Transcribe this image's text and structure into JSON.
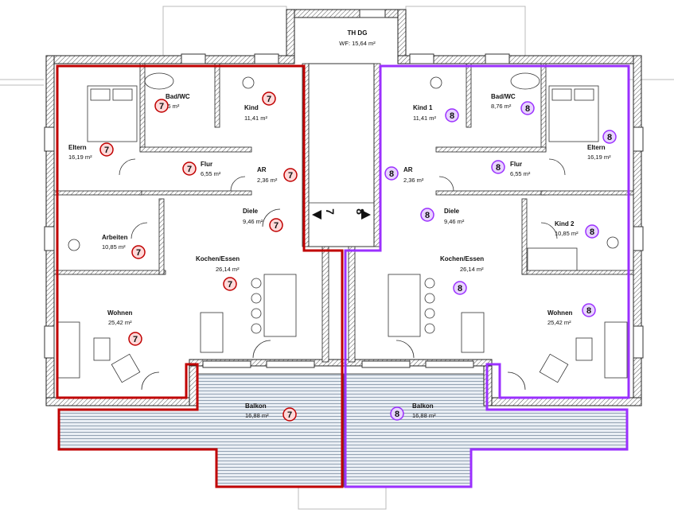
{
  "floorplan": {
    "top_room": {
      "name": "TH DG",
      "area": "WF: 15,64 m²"
    },
    "units": [
      {
        "id": "7",
        "color": "#c00000",
        "badge_fill": "#ffd9d9",
        "rooms": [
          {
            "name": "Bad/WC",
            "area": "8,76 m²"
          },
          {
            "name": "Kind",
            "area": "11,41 m²"
          },
          {
            "name": "Eltern",
            "area": "16,19 m²"
          },
          {
            "name": "Flur",
            "area": "6,55 m²"
          },
          {
            "name": "AR",
            "area": "2,36 m²"
          },
          {
            "name": "Diele",
            "area": "9,46 m²"
          },
          {
            "name": "Arbeiten",
            "area": "10,85 m²"
          },
          {
            "name": "Kochen/Essen",
            "area": "26,14 m²"
          },
          {
            "name": "Wohnen",
            "area": "25,42 m²"
          },
          {
            "name": "Balkon",
            "area": "16,88 m²"
          }
        ]
      },
      {
        "id": "8",
        "color": "#9b30ff",
        "badge_fill": "#e8d4ff",
        "rooms": [
          {
            "name": "Bad/WC",
            "area": "8,76 m²"
          },
          {
            "name": "Kind 1",
            "area": "11,41 m²"
          },
          {
            "name": "Eltern",
            "area": "16,19 m²"
          },
          {
            "name": "Flur",
            "area": "6,55 m²"
          },
          {
            "name": "AR",
            "area": "2,36 m²"
          },
          {
            "name": "Diele",
            "area": "9,46 m²"
          },
          {
            "name": "Kind 2",
            "area": "10,85 m²"
          },
          {
            "name": "Kochen/Essen",
            "area": "26,14 m²"
          },
          {
            "name": "Wohnen",
            "area": "25,42 m²"
          },
          {
            "name": "Balkon",
            "area": "16,88 m²"
          }
        ]
      }
    ],
    "stair_labels": [
      "7",
      "8"
    ]
  }
}
